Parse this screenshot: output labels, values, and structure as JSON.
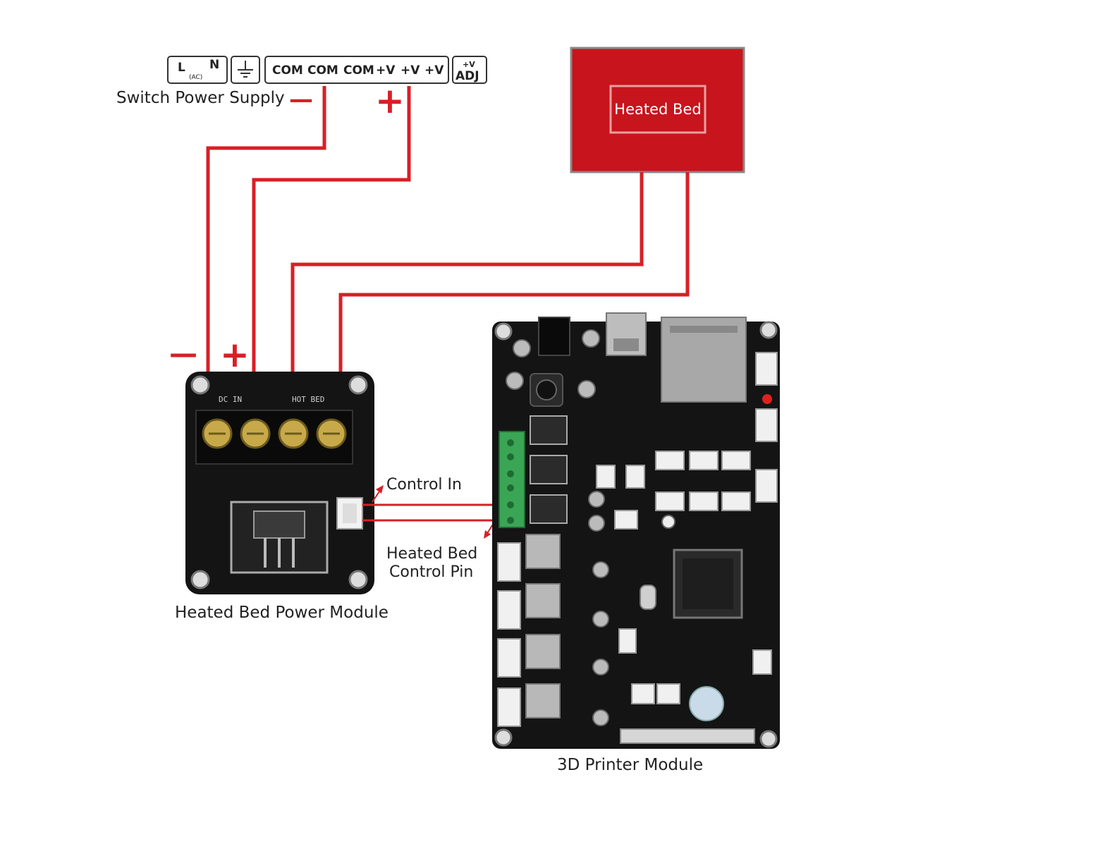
{
  "power_supply": {
    "label": "Switch Power Supply",
    "terminals": {
      "L": "L",
      "N": "N",
      "ac": "(AC)",
      "com": [
        "COM",
        "COM",
        "COM"
      ],
      "v": [
        "+V",
        "+V",
        "+V"
      ],
      "adj_top": "+V",
      "adj_bottom": "ADJ"
    },
    "minus_sign": "—",
    "plus_sign": "+"
  },
  "heated_bed": {
    "label": "Heated Bed",
    "color": "#c8141c"
  },
  "power_module": {
    "label": "Heated Bed Power Module",
    "minus_sign": "—",
    "plus_sign": "+",
    "silkscreen": {
      "dc_in": "DC IN",
      "hot_bed": "HOT BED"
    }
  },
  "annotations": {
    "control_in": "Control In",
    "control_pin_line1": "Heated Bed",
    "control_pin_line2": "Control Pin"
  },
  "printer_board": {
    "label": "3D Printer Module"
  },
  "colors": {
    "wire": "#d81f26",
    "pcb": "#141414",
    "connector_green": "#3aa655",
    "sd_metal": "#a8a8a8"
  }
}
